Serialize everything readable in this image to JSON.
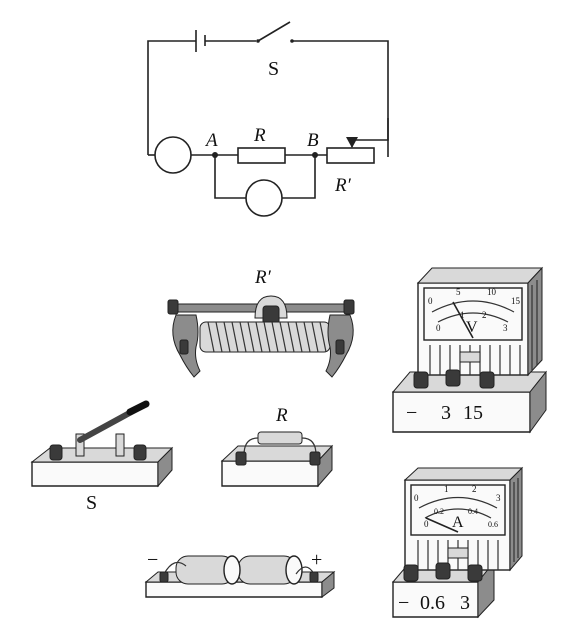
{
  "circuit": {
    "switch_label": "S",
    "node_a": "A",
    "resistor_label": "R",
    "node_b": "B",
    "rheostat_label": "R′"
  },
  "apparatus": {
    "rheostat_label": "R′",
    "switch_label": "S",
    "resistor_label": "R",
    "voltmeter": {
      "symbol": "V",
      "scale_top": [
        "0",
        "5",
        "10",
        "15"
      ],
      "scale_bottom": [
        "0",
        "1",
        "2",
        "3"
      ],
      "terminals": [
        "−",
        "3",
        "15"
      ]
    },
    "ammeter": {
      "symbol": "A",
      "scale_top": [
        "0",
        "1",
        "2",
        "3"
      ],
      "scale_bottom": [
        "0",
        "0.2",
        "0.4",
        "0.6"
      ],
      "terminals": [
        "−",
        "0.6",
        "3"
      ]
    },
    "battery": {
      "neg": "−",
      "pos": "+"
    }
  }
}
